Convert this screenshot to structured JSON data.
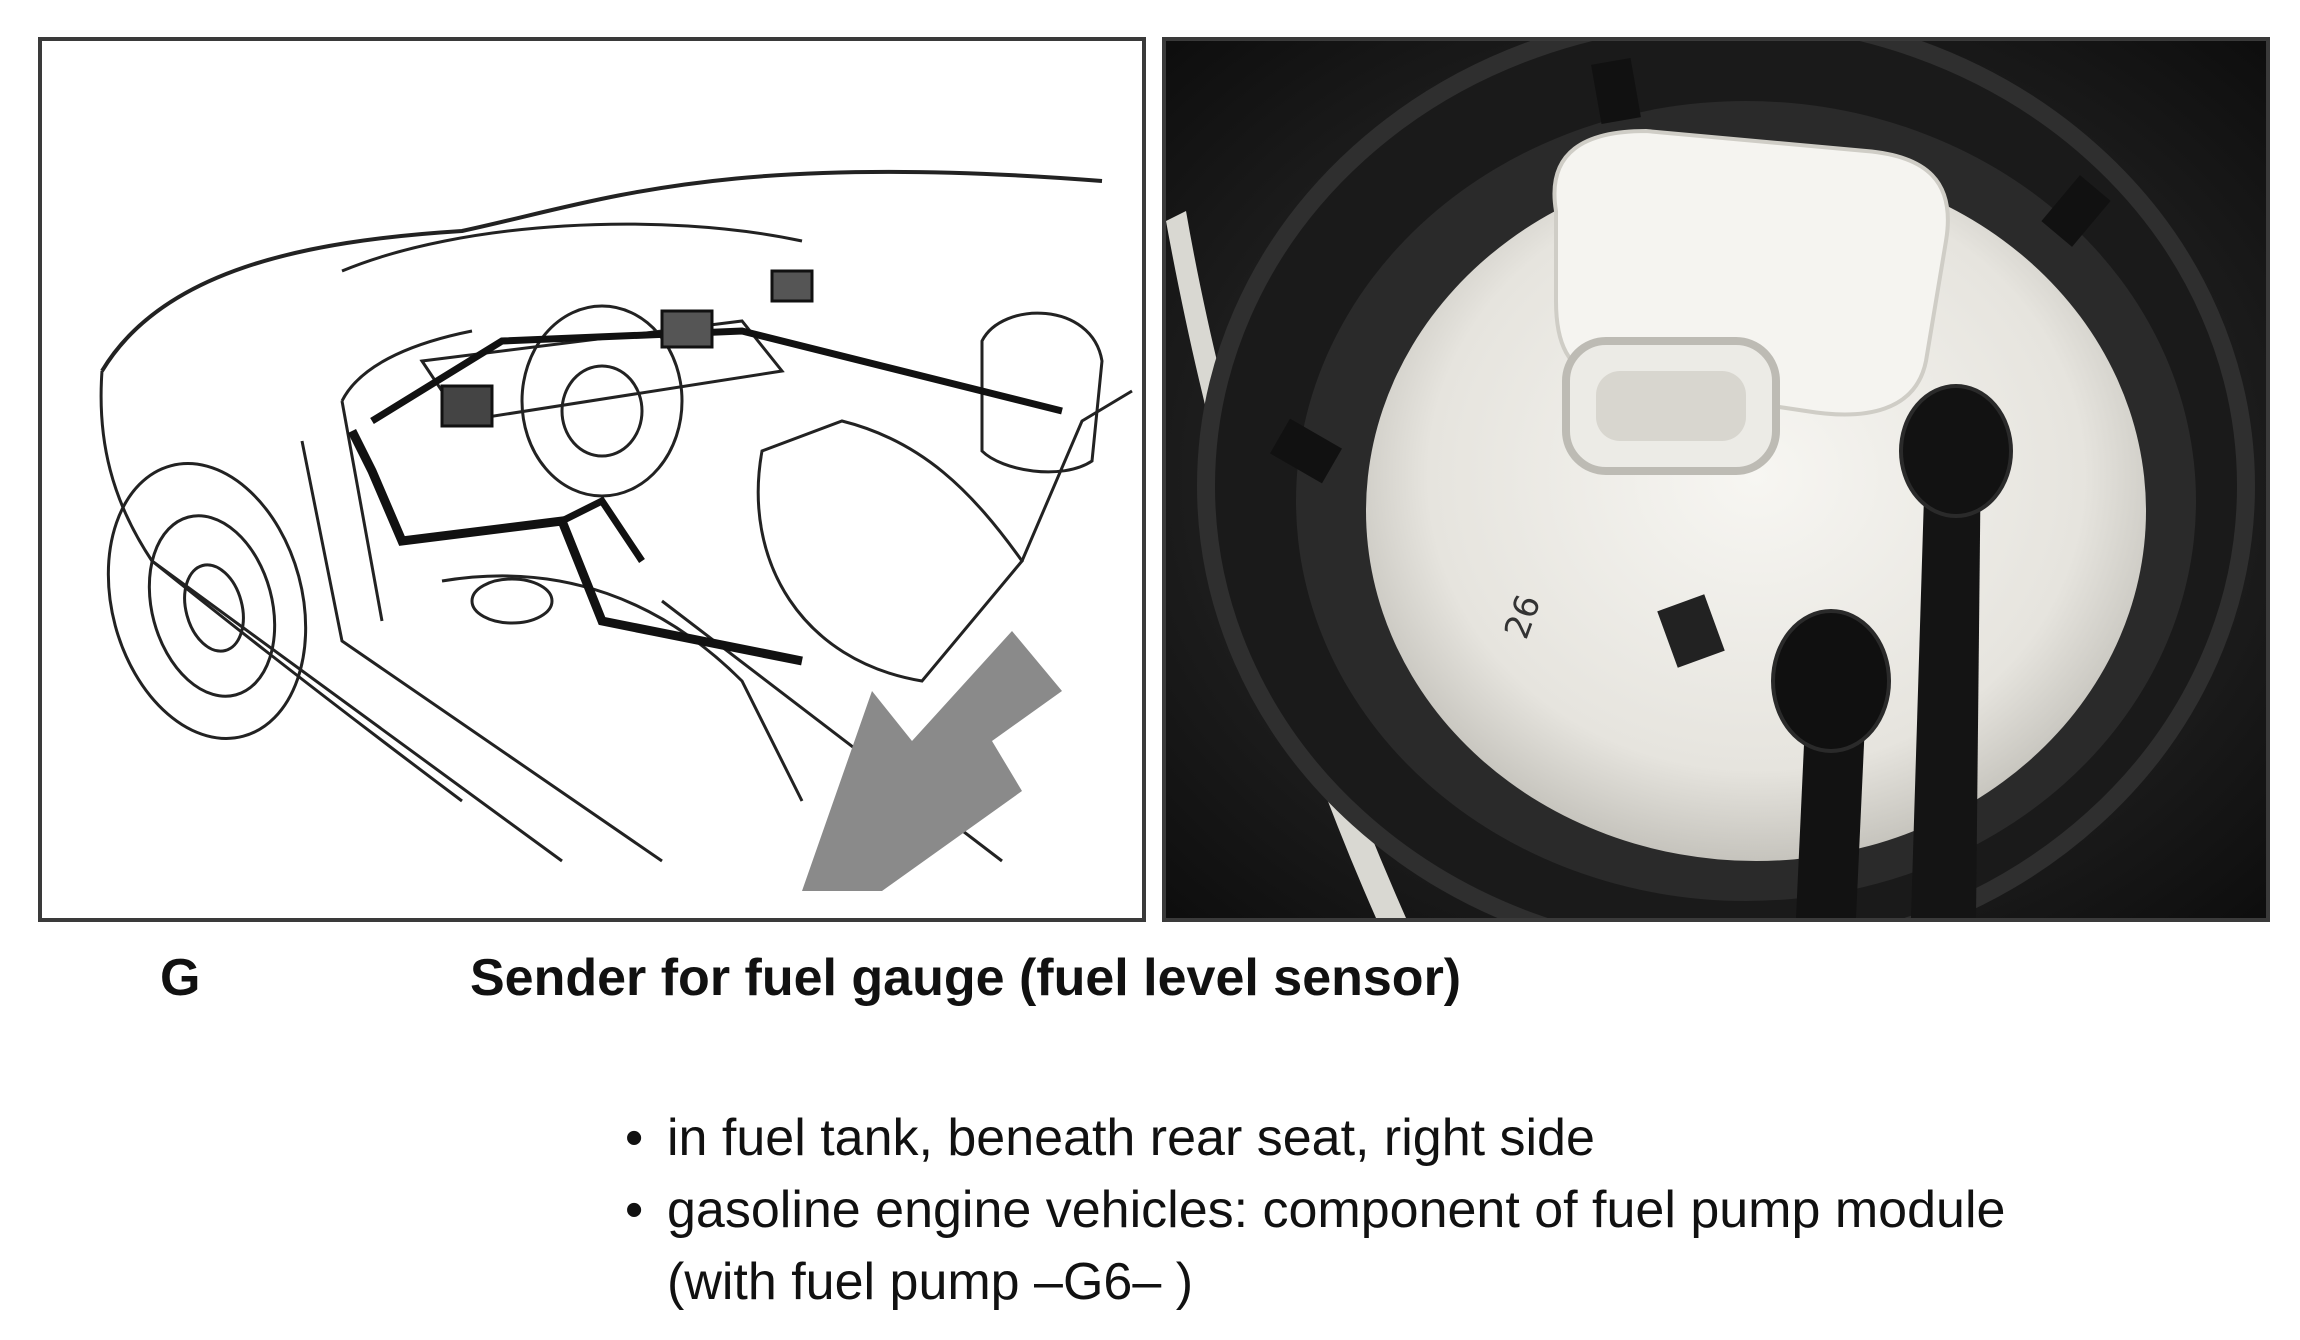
{
  "component": {
    "code": "G",
    "title": "Sender for fuel gauge (fuel level sensor)"
  },
  "location_notes": [
    {
      "text": "in fuel tank, beneath rear seat, right side"
    },
    {
      "text": "gasoline engine vehicles: component of fuel pump module",
      "continuation": "(with fuel pump –G6– )"
    }
  ],
  "figures": {
    "left": {
      "content": "car-cutaway-line-drawing",
      "arrow_color": "#8a8a8a"
    },
    "right": {
      "content": "fuel-pump-module-photo",
      "flange_color": "#ecebe6"
    }
  }
}
